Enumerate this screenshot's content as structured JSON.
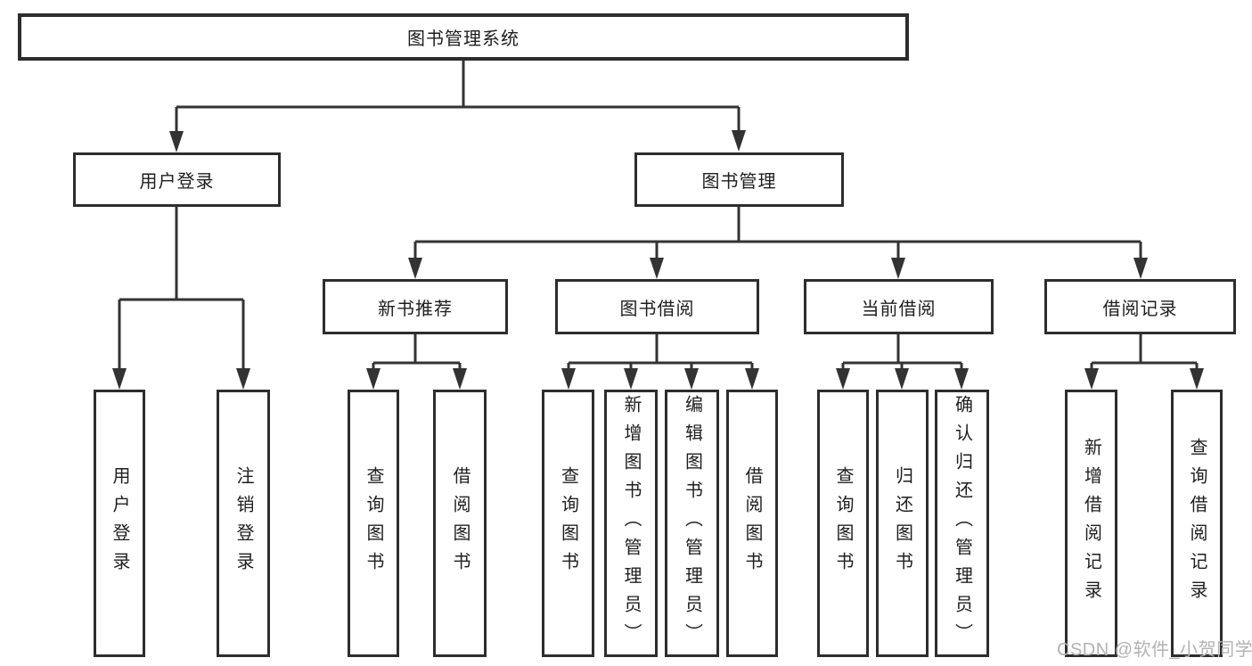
{
  "diagram": {
    "root": {
      "label": "图书管理系统",
      "children": [
        {
          "label": "用户登录",
          "children": [
            {
              "label": "用户登录"
            },
            {
              "label": "注销登录"
            }
          ]
        },
        {
          "label": "图书管理",
          "children": [
            {
              "label": "新书推荐",
              "children": [
                {
                  "label": "查询图书"
                },
                {
                  "label": "借阅图书"
                }
              ]
            },
            {
              "label": "图书借阅",
              "children": [
                {
                  "label": "查询图书"
                },
                {
                  "label": "新增图书（管理员）"
                },
                {
                  "label": "编辑图书（管理员）"
                },
                {
                  "label": "借阅图书"
                }
              ]
            },
            {
              "label": "当前借阅",
              "children": [
                {
                  "label": "查询图书"
                },
                {
                  "label": "归还图书"
                },
                {
                  "label": "确认归还（管理员）"
                }
              ]
            },
            {
              "label": "借阅记录",
              "children": [
                {
                  "label": "新增借阅记录"
                },
                {
                  "label": "查询借阅记录"
                }
              ]
            }
          ]
        }
      ]
    }
  },
  "watermark": {
    "text": "CSDN @软件_小贺同学"
  },
  "colors": {
    "line": "#333333",
    "box_border": "#2d2d2d",
    "background": "#ffffff",
    "text": "#1e1e1e",
    "watermark": "#b2b2b2"
  }
}
